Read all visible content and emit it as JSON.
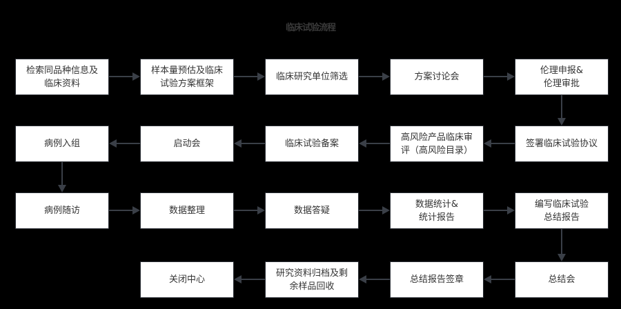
{
  "title": "临床试验流程",
  "theme": {
    "background": "#000000",
    "node_fill": "#ffffff",
    "node_border": "#2b2f36",
    "node_text": "#333333",
    "connector": "#3a3f47",
    "title_text": "#3a3a3a"
  },
  "rows": [
    {
      "row_index": 1,
      "nodes": [
        {
          "id": "n1",
          "label": "检索同品种信息及\n临床资料"
        },
        {
          "id": "n2",
          "label": "样本量预估及临床\n试验方案框架"
        },
        {
          "id": "n3",
          "label": "临床研究单位筛选"
        },
        {
          "id": "n4",
          "label": "方案讨论会"
        },
        {
          "id": "n5",
          "label": "伦理申报&\n伦理审批"
        }
      ]
    },
    {
      "row_index": 2,
      "nodes": [
        {
          "id": "n10",
          "label": "病例入组"
        },
        {
          "id": "n9",
          "label": "启动会"
        },
        {
          "id": "n8",
          "label": "临床试验备案"
        },
        {
          "id": "n7",
          "label": "高风险产品临床审\n评（高风险目录）"
        },
        {
          "id": "n6",
          "label": "签署临床试验协议"
        }
      ]
    },
    {
      "row_index": 3,
      "nodes": [
        {
          "id": "n11",
          "label": "病例随访"
        },
        {
          "id": "n12",
          "label": "数据整理"
        },
        {
          "id": "n13",
          "label": "数据答疑"
        },
        {
          "id": "n14",
          "label": "数据统计&\n统计报告"
        },
        {
          "id": "n15",
          "label": "编写临床试验\n总结报告"
        }
      ]
    },
    {
      "row_index": 4,
      "nodes": [
        {
          "id": "n19",
          "label": "关闭中心"
        },
        {
          "id": "n18",
          "label": "研究资料归档及剩\n余样品回收"
        },
        {
          "id": "n17",
          "label": "总结报告签章"
        },
        {
          "id": "n16",
          "label": "总结会"
        }
      ]
    }
  ],
  "connectors": [
    {
      "from": "n1",
      "to": "n2",
      "direction": "right"
    },
    {
      "from": "n2",
      "to": "n3",
      "direction": "right"
    },
    {
      "from": "n3",
      "to": "n4",
      "direction": "right"
    },
    {
      "from": "n4",
      "to": "n5",
      "direction": "right"
    },
    {
      "from": "n5",
      "to": "n6",
      "direction": "down"
    },
    {
      "from": "n6",
      "to": "n7",
      "direction": "left"
    },
    {
      "from": "n7",
      "to": "n8",
      "direction": "left"
    },
    {
      "from": "n8",
      "to": "n9",
      "direction": "left"
    },
    {
      "from": "n9",
      "to": "n10",
      "direction": "left"
    },
    {
      "from": "n10",
      "to": "n11",
      "direction": "down"
    },
    {
      "from": "n11",
      "to": "n12",
      "direction": "right"
    },
    {
      "from": "n12",
      "to": "n13",
      "direction": "right"
    },
    {
      "from": "n13",
      "to": "n14",
      "direction": "right"
    },
    {
      "from": "n14",
      "to": "n15",
      "direction": "right"
    },
    {
      "from": "n15",
      "to": "n16",
      "direction": "down"
    },
    {
      "from": "n16",
      "to": "n17",
      "direction": "left"
    },
    {
      "from": "n17",
      "to": "n18",
      "direction": "left"
    },
    {
      "from": "n18",
      "to": "n19",
      "direction": "left"
    }
  ]
}
